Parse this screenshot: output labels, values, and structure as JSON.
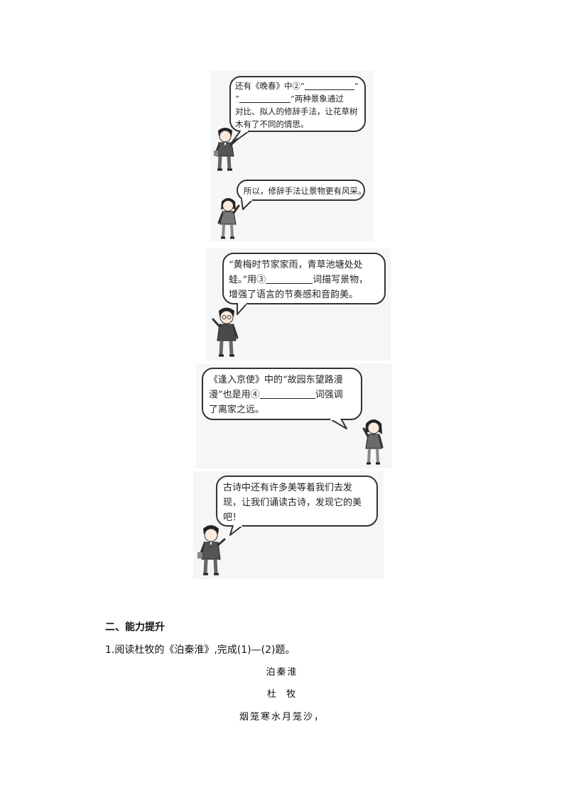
{
  "dialogue": [
    {
      "line1_pre": "还有《晚春》中②“",
      "line1_post": "”",
      "line2_pre": "“",
      "line2_post": "”两种景象通过",
      "line3": "对比、拟人的修辞手法，让花草树",
      "line4": "木有了不同的情思。"
    },
    {
      "line1": "所以，修辞手法让景物更有风采。"
    },
    {
      "line1": "“黄梅时节家家雨，青草池塘处处",
      "line2_pre": "蛙。”用③",
      "line2_post": "词描写景物，",
      "line3": "增强了语言的节奏感和音韵美。"
    },
    {
      "line1": "《逢入京使》中的“故园东望路漫",
      "line2_pre": "漫”也是用④",
      "line2_post": "词强调",
      "line3": "了离家之远。"
    },
    {
      "line1": "古诗中还有许多美等着我们去发",
      "line2": "现，让我们诵读古诗，发现它的美",
      "line3": "吧！"
    }
  ],
  "section": {
    "heading": "二、能力提升",
    "question": "1.阅读杜牧的《泊秦淮》,完成(1)—(2)题。"
  },
  "poem": {
    "title": "泊秦淮",
    "author": "杜  牧",
    "line1": "烟笼寒水月笼沙，"
  }
}
